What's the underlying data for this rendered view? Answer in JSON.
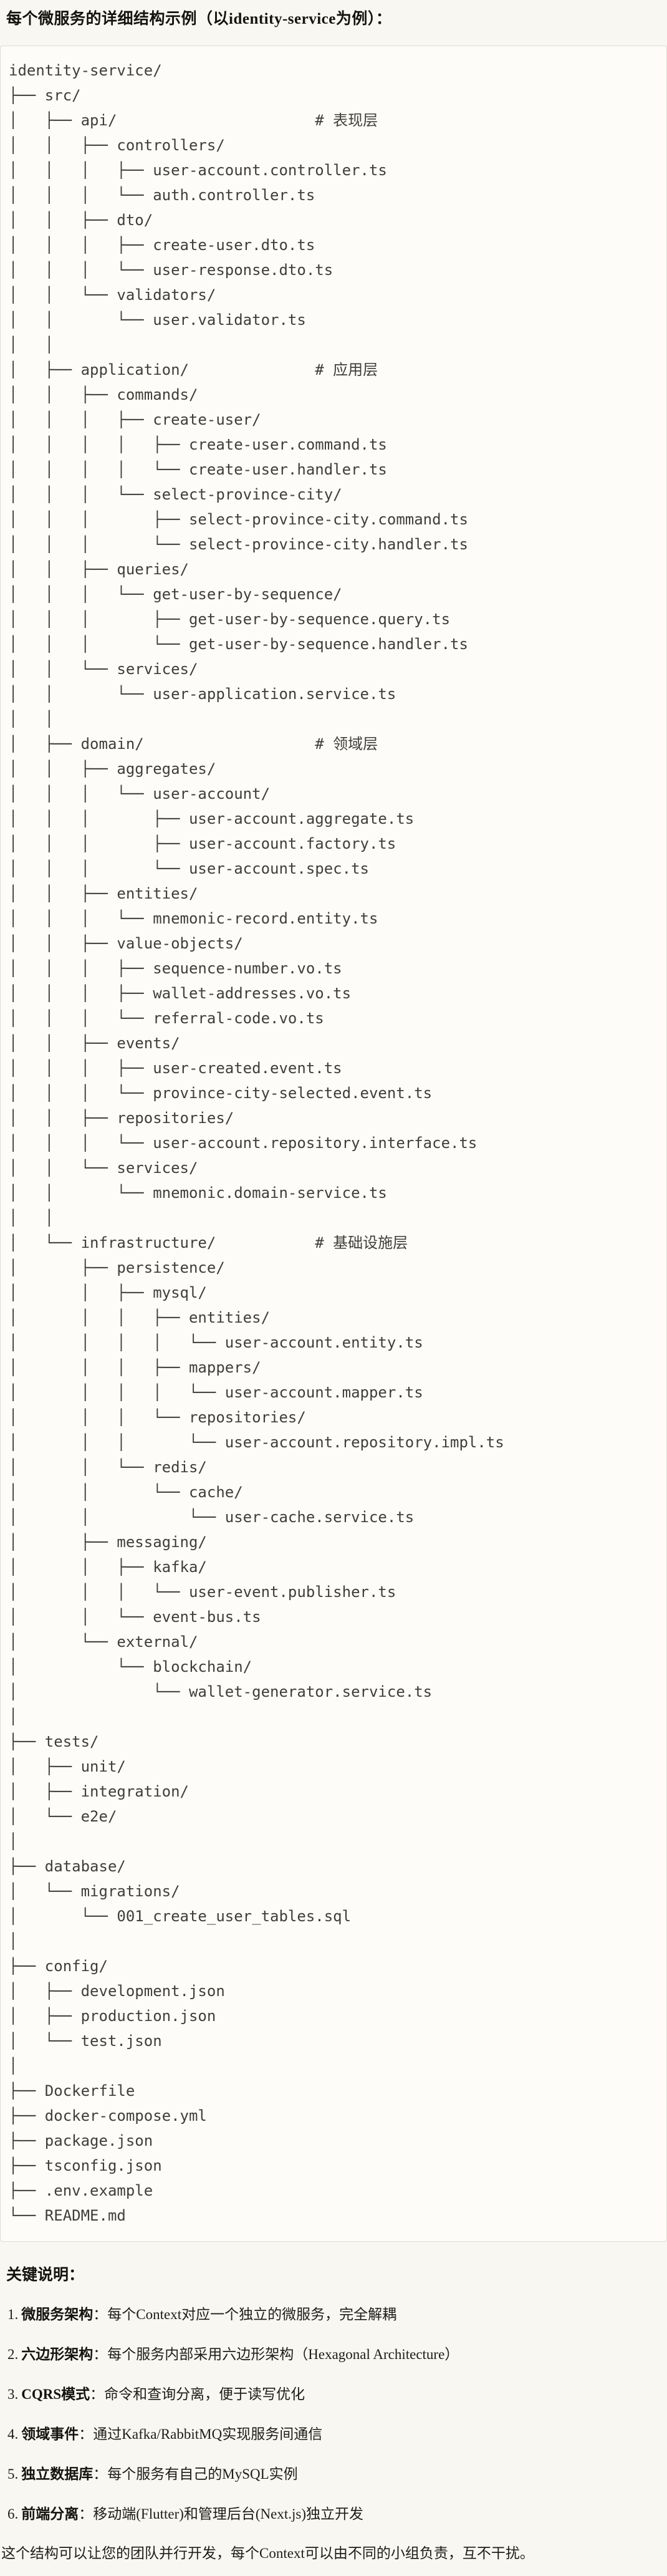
{
  "page": {
    "title": "每个微服务的详细结构示例（以identity-service为例）：",
    "closing": "这个结构可以让您的团队并行开发，每个Context可以由不同的小组负责，互不干扰。"
  },
  "tree": {
    "lines": [
      "identity-service/",
      "├── src/",
      "│   ├── api/                      # 表现层",
      "│   │   ├── controllers/",
      "│   │   │   ├── user-account.controller.ts",
      "│   │   │   └── auth.controller.ts",
      "│   │   ├── dto/",
      "│   │   │   ├── create-user.dto.ts",
      "│   │   │   └── user-response.dto.ts",
      "│   │   └── validators/",
      "│   │       └── user.validator.ts",
      "│   │",
      "│   ├── application/              # 应用层",
      "│   │   ├── commands/",
      "│   │   │   ├── create-user/",
      "│   │   │   │   ├── create-user.command.ts",
      "│   │   │   │   └── create-user.handler.ts",
      "│   │   │   └── select-province-city/",
      "│   │   │       ├── select-province-city.command.ts",
      "│   │   │       └── select-province-city.handler.ts",
      "│   │   ├── queries/",
      "│   │   │   └── get-user-by-sequence/",
      "│   │   │       ├── get-user-by-sequence.query.ts",
      "│   │   │       └── get-user-by-sequence.handler.ts",
      "│   │   └── services/",
      "│   │       └── user-application.service.ts",
      "│   │",
      "│   ├── domain/                   # 领域层",
      "│   │   ├── aggregates/",
      "│   │   │   └── user-account/",
      "│   │   │       ├── user-account.aggregate.ts",
      "│   │   │       ├── user-account.factory.ts",
      "│   │   │       └── user-account.spec.ts",
      "│   │   ├── entities/",
      "│   │   │   └── mnemonic-record.entity.ts",
      "│   │   ├── value-objects/",
      "│   │   │   ├── sequence-number.vo.ts",
      "│   │   │   ├── wallet-addresses.vo.ts",
      "│   │   │   └── referral-code.vo.ts",
      "│   │   ├── events/",
      "│   │   │   ├── user-created.event.ts",
      "│   │   │   └── province-city-selected.event.ts",
      "│   │   ├── repositories/",
      "│   │   │   └── user-account.repository.interface.ts",
      "│   │   └── services/",
      "│   │       └── mnemonic.domain-service.ts",
      "│   │",
      "│   └── infrastructure/           # 基础设施层",
      "│       ├── persistence/",
      "│       │   ├── mysql/",
      "│       │   │   ├── entities/",
      "│       │   │   │   └── user-account.entity.ts",
      "│       │   │   ├── mappers/",
      "│       │   │   │   └── user-account.mapper.ts",
      "│       │   │   └── repositories/",
      "│       │   │       └── user-account.repository.impl.ts",
      "│       │   └── redis/",
      "│       │       └── cache/",
      "│       │           └── user-cache.service.ts",
      "│       ├── messaging/",
      "│       │   ├── kafka/",
      "│       │   │   └── user-event.publisher.ts",
      "│       │   └── event-bus.ts",
      "│       └── external/",
      "│           └── blockchain/",
      "│               └── wallet-generator.service.ts",
      "│",
      "├── tests/",
      "│   ├── unit/",
      "│   ├── integration/",
      "│   └── e2e/",
      "│",
      "├── database/",
      "│   └── migrations/",
      "│       └── 001_create_user_tables.sql",
      "│",
      "├── config/",
      "│   ├── development.json",
      "│   ├── production.json",
      "│   └── test.json",
      "│",
      "├── Dockerfile",
      "├── docker-compose.yml",
      "├── package.json",
      "├── tsconfig.json",
      "├── .env.example",
      "└── README.md"
    ]
  },
  "notes": {
    "heading": "关键说明：",
    "items": [
      {
        "num": "1.",
        "label": "微服务架构",
        "text": "：每个Context对应一个独立的微服务，完全解耦"
      },
      {
        "num": "2.",
        "label": "六边形架构",
        "text": "：每个服务内部采用六边形架构（Hexagonal Architecture）"
      },
      {
        "num": "3.",
        "label": "CQRS模式",
        "text": "：命令和查询分离，便于读写优化"
      },
      {
        "num": "4.",
        "label": "领域事件",
        "text": "：通过Kafka/RabbitMQ实现服务间通信"
      },
      {
        "num": "5.",
        "label": "独立数据库",
        "text": "：每个服务有自己的MySQL实例"
      },
      {
        "num": "6.",
        "label": "前端分离",
        "text": "：移动端(Flutter)和管理后台(Next.js)独立开发"
      }
    ]
  }
}
